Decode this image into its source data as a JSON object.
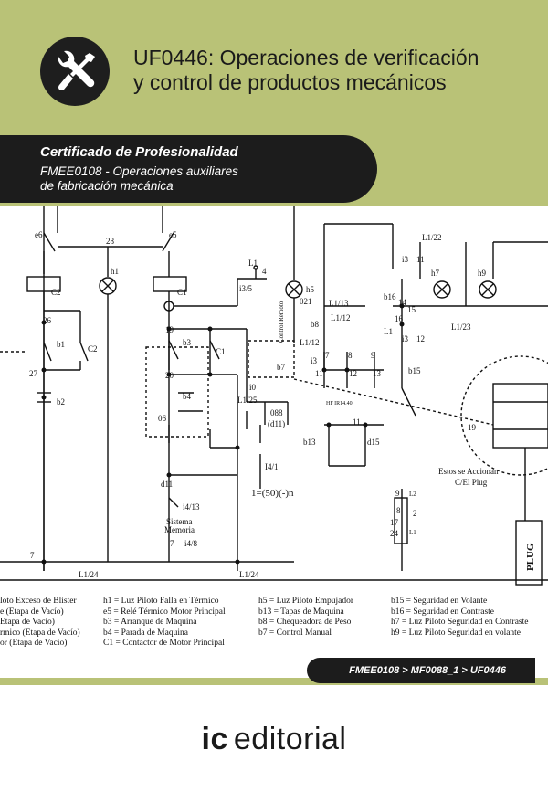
{
  "header": {
    "title_line1": "UF0446: Operaciones de verificación",
    "title_line2": "y control de productos mecánicos",
    "icon": "wrench-screwdriver-icon"
  },
  "banner": {
    "line1": "Certificado de Profesionalidad",
    "line2a": "FMEE0108 - Operaciones auxiliares",
    "line2b": "de fabricación mecánica"
  },
  "diagram": {
    "labels": {
      "e6": "e6",
      "e5": "e5",
      "n28": "28",
      "h1": "h1",
      "L1_4": "L1",
      "n4": "4",
      "h5": "h5",
      "n021": "021",
      "C2": "C2",
      "C1": "C1",
      "i35": "i3/5",
      "n26": "26",
      "b1": "b1",
      "C2b": "C2",
      "n27": "27",
      "b2": "b2",
      "b3": "b3",
      "C1b": "C1",
      "b4": "b4",
      "n06": "06",
      "L125": "L1/25",
      "n088": "088",
      "d11": "(d11)",
      "i0": "i0",
      "I41": "I4/1",
      "n50": "1=(50)(-)n",
      "d11b": "d11",
      "i413": "i4/13",
      "sistema": "Sistema",
      "memoria": "Memoria",
      "i48": "i4/8",
      "n7a": "7",
      "n7b": "7",
      "L124a": "L1/24",
      "L124b": "L1/24",
      "control": "Control Remoto",
      "b7": "b7",
      "b8": "b8",
      "L113": "L1/13",
      "L112a": "L1/12",
      "L112b": "L1/12",
      "i3": "i3",
      "n7c": "7",
      "n8": "8",
      "n9": "9",
      "n11": "11",
      "n12": "12",
      "n13": "13",
      "hf": "HF IR14.40",
      "n11b": "11",
      "b13": "b13",
      "d15": "d15",
      "L122": "L1/22",
      "i3_11": "i3",
      "n11c": "11",
      "h7": "h7",
      "h9": "h9",
      "b16": "b16",
      "n14": "14",
      "n15": "15",
      "n16": "16",
      "L1b": "L1",
      "i3_12": "i3",
      "n12b": "12",
      "L123": "L1/23",
      "b15": "b15",
      "n19": "19",
      "n20": "20",
      "n19b": "19",
      "estos": "Estos se Accionan",
      "plug_label": "C/El Plug",
      "plug": "PLUG",
      "n9b": "9",
      "L2": "L2",
      "n8b": "8",
      "n17": "17",
      "n24": "24",
      "L1c": "L1",
      "n2": "2"
    },
    "legend_col1": [
      "loto Exceso de Blister",
      "e (Etapa de Vacío)",
      "Etapa de Vacío)",
      "rmico (Etapa de Vacío)",
      "or (Etapa de Vacío)"
    ],
    "legend_col2": [
      "h1 = Luz Piloto Falla en Térmico",
      "e5 = Relé Térmico Motor Principal",
      "b3 = Arranque de Maquina",
      "b4 = Parada de Maquina",
      "C1 = Contactor de Motor Principal"
    ],
    "legend_col3": [
      "h5 = Luz Piloto Empujador",
      "b13 = Tapas de Maquina",
      "b8 = Chequeadora de Peso",
      "b7 = Control Manual"
    ],
    "legend_col4": [
      "b15 = Seguridad en Volante",
      "b16 = Seguridad en Contraste",
      "h7  = Luz Piloto Seguridad en Contraste",
      "h9  = Luz Piloto Seguridad en volante"
    ]
  },
  "code_path": "FMEE0108 > MF0088_1 > UF0446",
  "footer": {
    "logo_ic": "ic",
    "logo_editorial": "editorial"
  }
}
